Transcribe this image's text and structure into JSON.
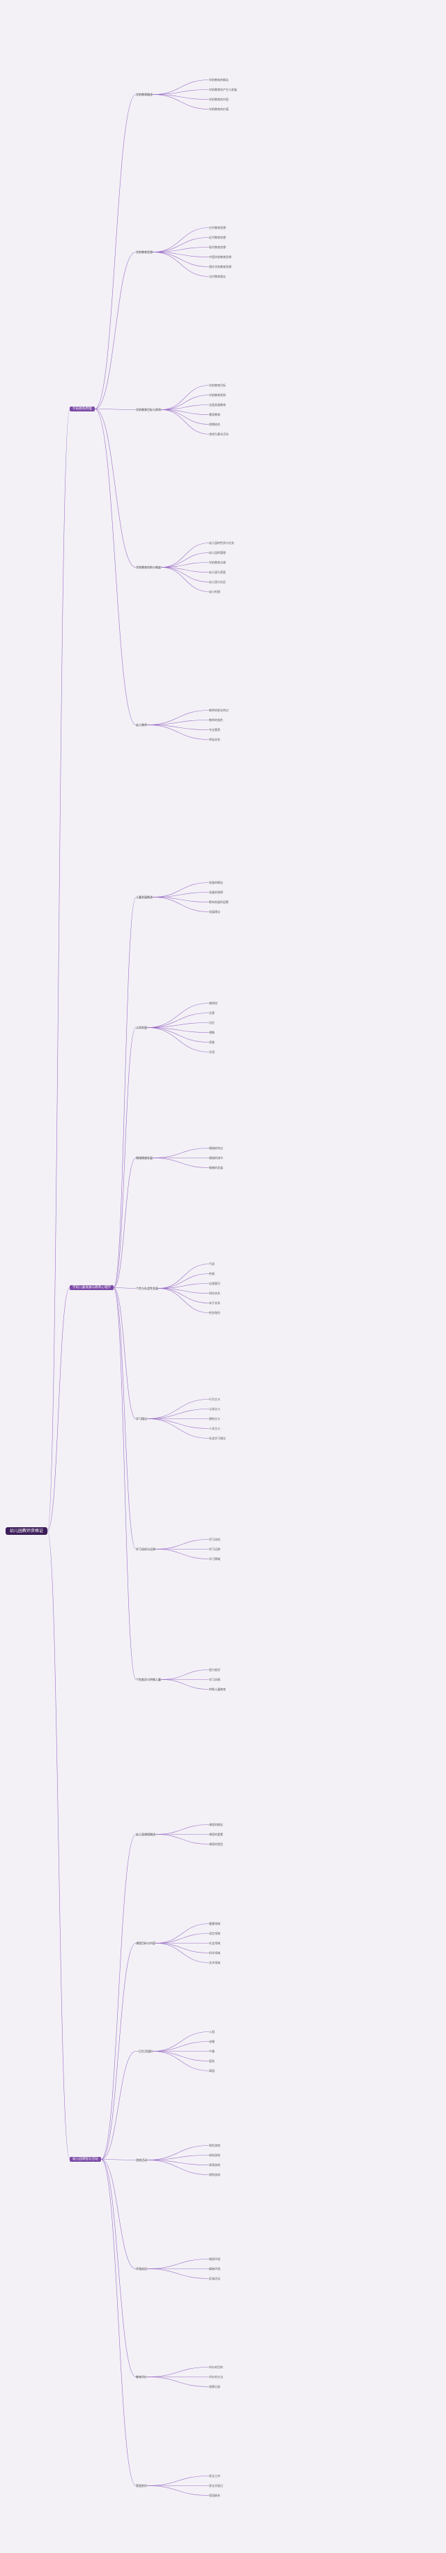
{
  "colors": {
    "background": "#f3f1f6",
    "root": "#3d1e5a",
    "branch": "#7b4aa6",
    "line": "#9b6fc6"
  },
  "mindmap": {
    "root": {
      "label": "幼儿园教师资格证"
    },
    "branches": [
      {
        "label": "学前教育原理",
        "groups": [
          {
            "label": "学前教育概述",
            "items": [
              "学前教育的概念",
              "学前教育的产生与发展",
              "学前教育的内容",
              "学前教育的价值"
            ]
          },
          {
            "label": "学前教育思想",
            "items": [
              "古代教育思想",
              "近代教育思想",
              "现代教育思想",
              "中国学前教育思想",
              "国外学前教育思想",
              "当代教育理论"
            ]
          },
          {
            "label": "学前教育目标与原则",
            "items": [
              "学前教育目标",
              "学前教育原则",
              "全面发展教育",
              "素质教育",
              "保教结合",
              "游戏为基本活动"
            ]
          },
          {
            "label": "学前教育机构与制度",
            "items": [
              "幼儿园的性质与任务",
              "幼儿园的管理",
              "学前教育法规",
              "幼儿园与家庭",
              "幼儿园与社区",
              "幼小衔接"
            ]
          },
          {
            "label": "幼儿教师",
            "items": [
              "教师的职业特点",
              "教师的角色",
              "专业素养",
              "师幼关系"
            ]
          }
        ]
      },
      {
        "label": "学前儿童发展与教育心理学",
        "groups": [
          {
            "label": "儿童发展概述",
            "items": [
              "发展的概念",
              "发展的规律",
              "影响发展的因素",
              "发展理论"
            ]
          },
          {
            "label": "认知发展",
            "items": [
              "感知觉",
              "注意",
              "记忆",
              "想象",
              "思维",
              "言语"
            ]
          },
          {
            "label": "情绪情感发展",
            "items": [
              "情绪的特点",
              "情绪的调节",
              "情感的发展"
            ]
          },
          {
            "label": "个性与社会性发展",
            "items": [
              "气质",
              "性格",
              "自我意识",
              "同伴关系",
              "亲子关系",
              "性别角色"
            ]
          },
          {
            "label": "学习理论",
            "items": [
              "行为主义",
              "认知主义",
              "建构主义",
              "人本主义",
              "社会学习理论"
            ]
          },
          {
            "label": "学习动机与迁移",
            "items": [
              "学习动机",
              "学习迁移",
              "学习策略"
            ]
          },
          {
            "label": "个别差异与特殊儿童",
            "items": [
              "智力差异",
              "学习风格",
              "特殊儿童教育"
            ]
          }
        ]
      },
      {
        "label": "幼儿园课程与活动",
        "groups": [
          {
            "label": "幼儿园课程概述",
            "items": [
              "课程的概念",
              "课程的要素",
              "课程的类型"
            ]
          },
          {
            "label": "课程目标与内容",
            "items": [
              "健康领域",
              "语言领域",
              "社会领域",
              "科学领域",
              "艺术领域"
            ]
          },
          {
            "label": "一日生活组织",
            "items": [
              "入园",
              "进餐",
              "午睡",
              "盥洗",
              "离园"
            ]
          },
          {
            "label": "游戏活动",
            "items": [
              "角色游戏",
              "结构游戏",
              "表演游戏",
              "规则游戏"
            ]
          },
          {
            "label": "环境创设",
            "items": [
              "物质环境",
              "精神环境",
              "区域活动"
            ]
          },
          {
            "label": "教育评价",
            "items": [
              "评价的目的",
              "评价的方法",
              "观察记录"
            ]
          },
          {
            "label": "家园合作",
            "items": [
              "家长工作",
              "家长开放日",
              "家园联系"
            ]
          }
        ]
      }
    ]
  }
}
